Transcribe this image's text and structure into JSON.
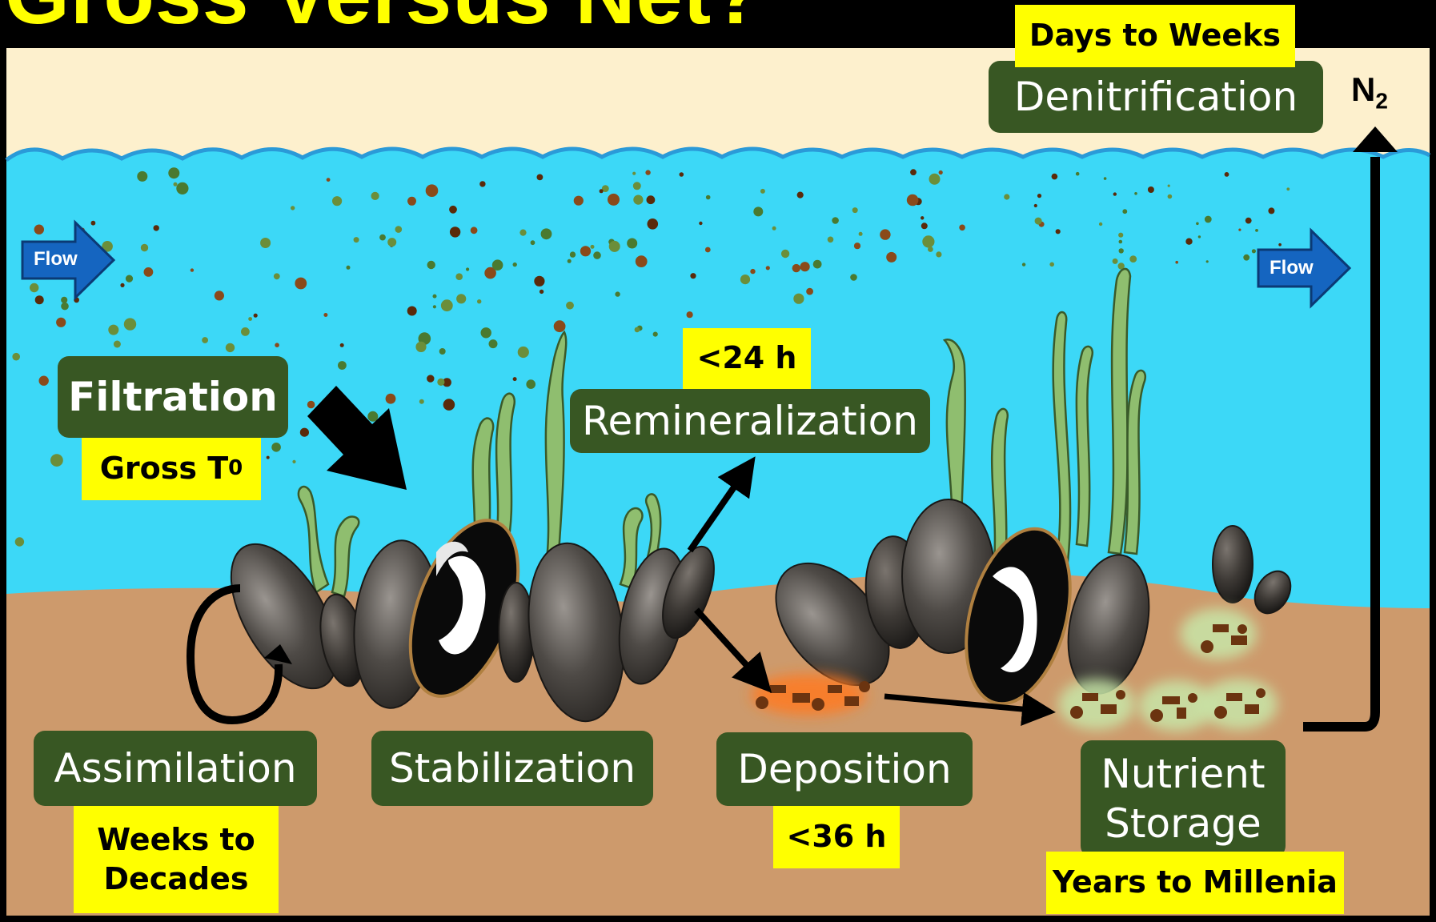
{
  "title": "Gross Versus Net?",
  "gas_label": "N",
  "gas_subscript": "2",
  "flow_labels": [
    "Flow",
    "Flow"
  ],
  "processes": {
    "filtration": "Filtration",
    "remineralization": "Remineralization",
    "denitrification": "Denitrification",
    "assimilation": "Assimilation",
    "stabilization": "Stabilization",
    "deposition": "Deposition",
    "nutrient_storage_line1": "Nutrient",
    "nutrient_storage_line2": "Storage"
  },
  "timescales": {
    "filtration_main": "Gross T",
    "filtration_sub": "0",
    "remineralization": "<24 h",
    "denitrification": "Days to Weeks",
    "assimilation_line1": "Weeks to",
    "assimilation_line2": "Decades",
    "deposition": "<36 h",
    "nutrient_storage": "Years to Millenia"
  },
  "colors": {
    "sky": "#fdf0cd",
    "water": "#3cd8f7",
    "sediment": "#cd9a6c",
    "process_box": "#385723",
    "time_box": "#ffff00",
    "flow_arrow": "#1565c0"
  }
}
